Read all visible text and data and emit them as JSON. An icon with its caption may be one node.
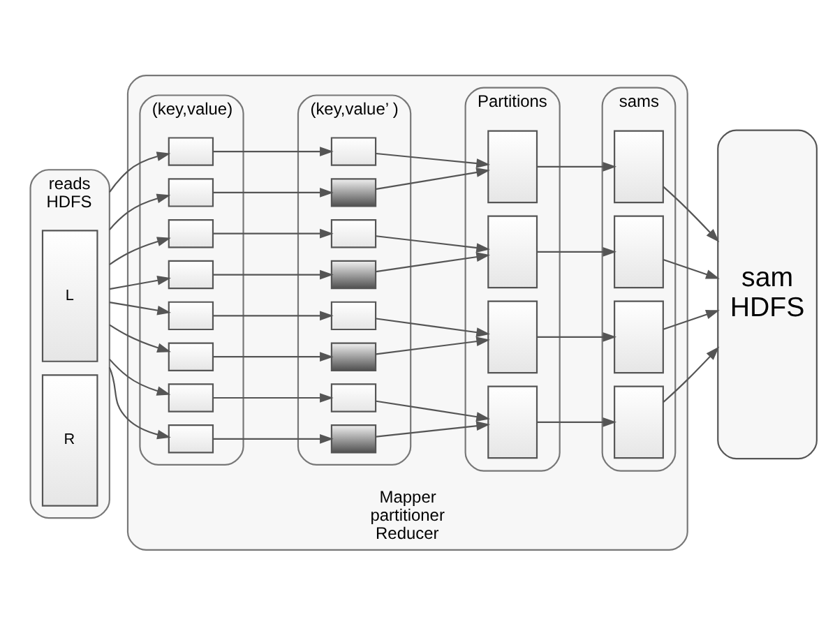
{
  "diagram": {
    "nodes": [
      {
        "text": [
          "reads",
          "HDFS"
        ]
      },
      {
        "text": [
          "L"
        ],
        "in": 0
      },
      {
        "text": [
          "R"
        ],
        "in": 0
      },
      {
        "text": [
          "Mapper",
          "partitioner",
          "Reducer"
        ]
      },
      {
        "text": [
          "(key,value)"
        ],
        "in": 3
      },
      {
        "text": [],
        "shape": "box",
        "in": 4
      },
      {
        "text": [],
        "shape": "box",
        "in": 4
      },
      {
        "text": [],
        "shape": "box",
        "in": 4
      },
      {
        "text": [],
        "shape": "box",
        "in": 4
      },
      {
        "text": [],
        "shape": "box",
        "in": 4
      },
      {
        "text": [],
        "shape": "box",
        "in": 4
      },
      {
        "text": [],
        "shape": "box",
        "in": 4
      },
      {
        "text": [],
        "shape": "box",
        "in": 4
      },
      {
        "text": [
          "(key,value’ )"
        ],
        "in": 3
      },
      {
        "text": [],
        "shape": "box",
        "in": 13
      },
      {
        "text": [],
        "shape": "box",
        "in": 13
      },
      {
        "text": [],
        "shape": "box",
        "in": 13
      },
      {
        "text": [],
        "shape": "box",
        "in": 13
      },
      {
        "text": [],
        "shape": "box",
        "in": 13
      },
      {
        "text": [],
        "shape": "box",
        "in": 13
      },
      {
        "text": [],
        "shape": "box",
        "in": 13
      },
      {
        "text": [],
        "shape": "box",
        "in": 13
      },
      {
        "text": [
          "Partitions"
        ],
        "in": 3
      },
      {
        "text": [],
        "shape": "box",
        "in": 22
      },
      {
        "text": [],
        "shape": "box",
        "in": 22
      },
      {
        "text": [],
        "shape": "box",
        "in": 22
      },
      {
        "text": [],
        "shape": "box",
        "in": 22
      },
      {
        "text": [
          "sams"
        ],
        "in": 3
      },
      {
        "text": [],
        "shape": "box",
        "in": 27
      },
      {
        "text": [],
        "shape": "box",
        "in": 27
      },
      {
        "text": [],
        "shape": "box",
        "in": 27
      },
      {
        "text": [],
        "shape": "box",
        "in": 27
      },
      {
        "text": [
          "sam",
          "HDFS"
        ]
      }
    ],
    "edges": [
      {
        "from": 0,
        "to": 5,
        "arrow": "to"
      },
      {
        "from": 0,
        "to": 6,
        "arrow": "to"
      },
      {
        "from": 0,
        "to": 7,
        "arrow": "to"
      },
      {
        "from": 0,
        "to": 8,
        "arrow": "to"
      },
      {
        "from": 0,
        "to": 9,
        "arrow": "to"
      },
      {
        "from": 0,
        "to": 10,
        "arrow": "to"
      },
      {
        "from": 0,
        "to": 11,
        "arrow": "to"
      },
      {
        "from": 0,
        "to": 12,
        "arrow": "to"
      },
      {
        "from": 5,
        "to": 14,
        "arrow": "to"
      },
      {
        "from": 6,
        "to": 15,
        "arrow": "to"
      },
      {
        "from": 7,
        "to": 16,
        "arrow": "to"
      },
      {
        "from": 8,
        "to": 17,
        "arrow": "to"
      },
      {
        "from": 9,
        "to": 18,
        "arrow": "to"
      },
      {
        "from": 10,
        "to": 19,
        "arrow": "to"
      },
      {
        "from": 11,
        "to": 20,
        "arrow": "to"
      },
      {
        "from": 12,
        "to": 21,
        "arrow": "to"
      },
      {
        "from": 14,
        "to": 23,
        "arrow": "to"
      },
      {
        "from": 15,
        "to": 23,
        "arrow": "to"
      },
      {
        "from": 16,
        "to": 24,
        "arrow": "to"
      },
      {
        "from": 17,
        "to": 24,
        "arrow": "to"
      },
      {
        "from": 18,
        "to": 25,
        "arrow": "to"
      },
      {
        "from": 19,
        "to": 25,
        "arrow": "to"
      },
      {
        "from": 20,
        "to": 26,
        "arrow": "to"
      },
      {
        "from": 21,
        "to": 26,
        "arrow": "to"
      },
      {
        "from": 23,
        "to": 28,
        "arrow": "to"
      },
      {
        "from": 24,
        "to": 29,
        "arrow": "to"
      },
      {
        "from": 25,
        "to": 30,
        "arrow": "to"
      },
      {
        "from": 26,
        "to": 31,
        "arrow": "to"
      },
      {
        "from": 28,
        "to": 32,
        "arrow": "to"
      },
      {
        "from": 29,
        "to": 32,
        "arrow": "to"
      },
      {
        "from": 30,
        "to": 32,
        "arrow": "to"
      },
      {
        "from": 31,
        "to": 32,
        "arrow": "to"
      }
    ]
  }
}
